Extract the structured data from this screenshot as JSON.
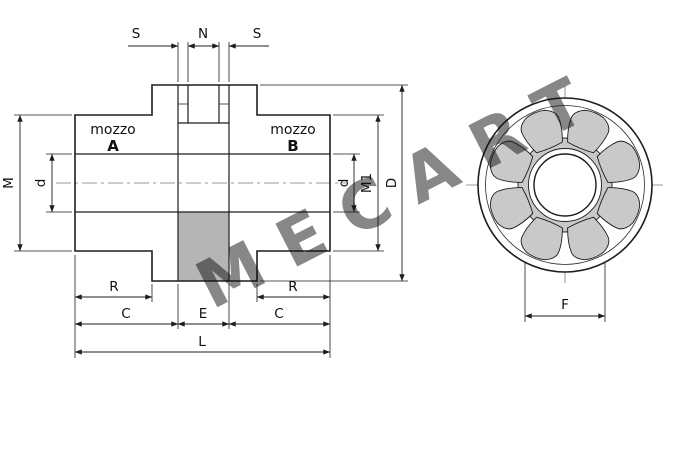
{
  "drawing": {
    "watermark": "MECART",
    "labels": {
      "s_left": "S",
      "n": "N",
      "s_right": "S",
      "m": "M",
      "d_left": "d",
      "d_right": "d",
      "m1": "M1",
      "d_outer": "D",
      "r_left": "R",
      "c_left": "C",
      "e": "E",
      "c_right": "C",
      "r_right": "R",
      "l": "L",
      "f": "F"
    },
    "hub_a": {
      "line1": "mozzo",
      "line2": "A"
    },
    "hub_b": {
      "line1": "mozzo",
      "line2": "B"
    },
    "colors": {
      "line": "#1d1d1d",
      "centerline": "#7a7a7a",
      "section_light": "#e9e9e1",
      "section_dark": "#b5b5b5",
      "spider_gray": "#c9c9c9",
      "watermark": "#d6d6d6"
    }
  }
}
